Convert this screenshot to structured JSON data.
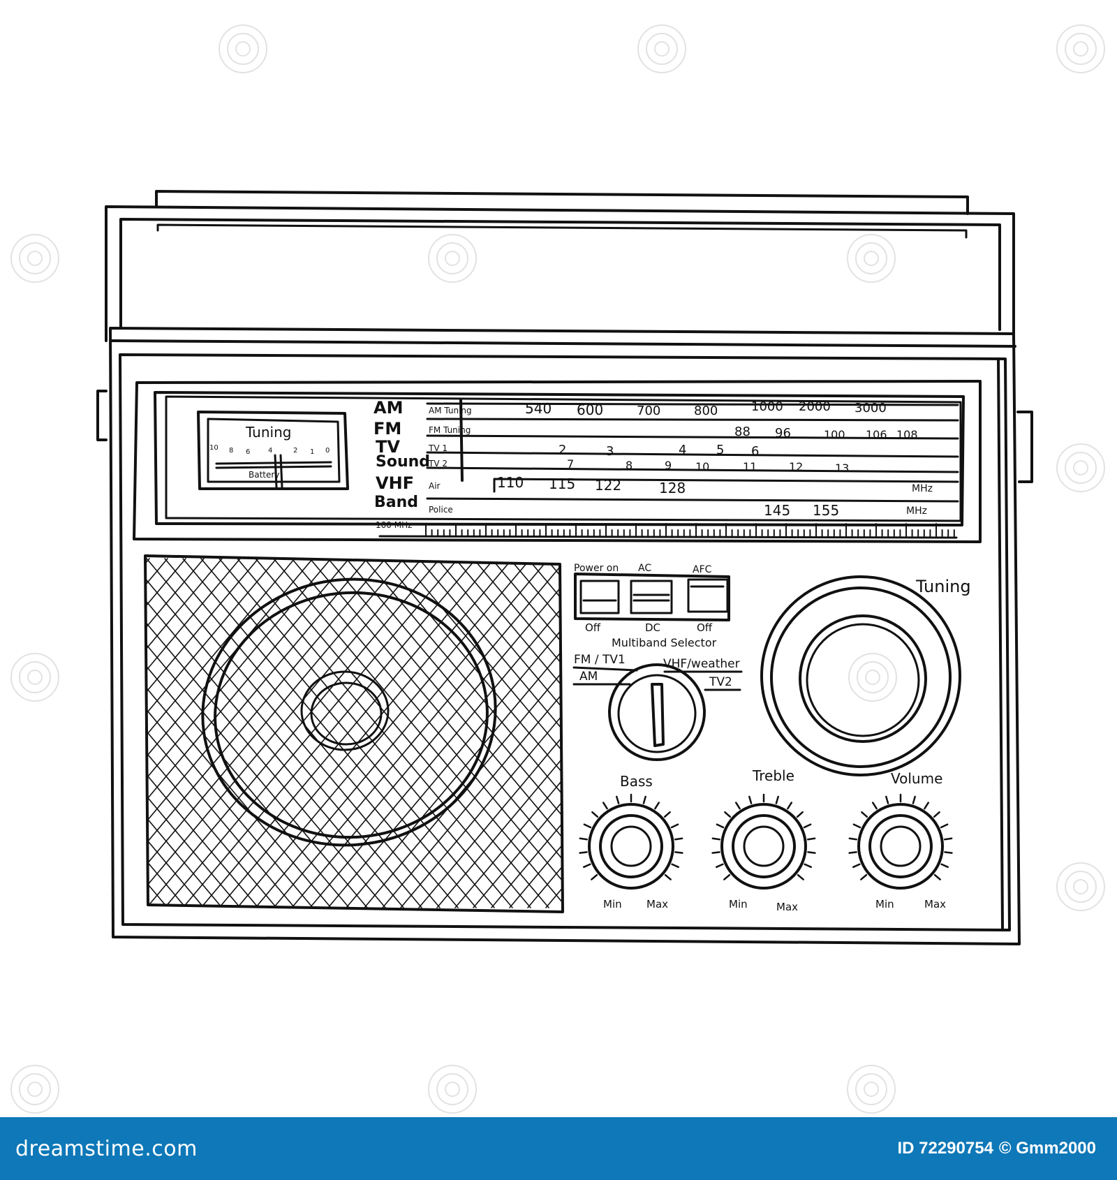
{
  "colors": {
    "ink": "#111111",
    "footer_bg": "#0e78b8",
    "watermark": "#e2e2e2"
  },
  "dial": {
    "meter_title": "Tuning",
    "meter_scale": [
      "10",
      "8",
      "6",
      "4",
      "2",
      "1",
      "0"
    ],
    "meter_label": "Battery",
    "bands": [
      "AM",
      "FM",
      "TV",
      "Sound",
      "VHF",
      "Band"
    ],
    "row_tags": [
      "AM Tuning",
      "FM Tuning",
      "TV 1",
      "TV 2",
      "Air",
      "Police"
    ],
    "am_scale": [
      "540",
      "600",
      "700",
      "800",
      "1000",
      "2000",
      "3000"
    ],
    "fm_scale": [
      "88",
      "96",
      "100",
      "106",
      "108"
    ],
    "tv1_scale": [
      "2",
      "3",
      "4",
      "5",
      "6"
    ],
    "tv2_scale": [
      "7",
      "8",
      "9",
      "10",
      "11",
      "12",
      "13"
    ],
    "air_scale": [
      "110",
      "115",
      "122",
      "128"
    ],
    "police_scale": [
      "145",
      "155"
    ],
    "unit": "MHz",
    "ruler_label": "100 MHz"
  },
  "controls": {
    "switch_labels_top": [
      "Power on",
      "AC",
      "AFC"
    ],
    "switch_labels_bottom": [
      "Off",
      "DC",
      "Off"
    ],
    "selector_title": "Multiband Selector",
    "selector_left_top": "FM / TV1",
    "selector_left_bottom": "AM",
    "selector_right_top": "VHF/weather",
    "selector_right_bottom": "TV2",
    "tuning_label": "Tuning"
  },
  "knobs": [
    {
      "label": "Bass",
      "min": "Min",
      "max": "Max"
    },
    {
      "label": "Treble",
      "min": "Min",
      "max": "Max"
    },
    {
      "label": "Volume",
      "min": "Min",
      "max": "Max"
    }
  ],
  "footer": {
    "site": "dreamstime.com",
    "id_text": "ID 72290754",
    "credit": "© Gmm2000"
  }
}
